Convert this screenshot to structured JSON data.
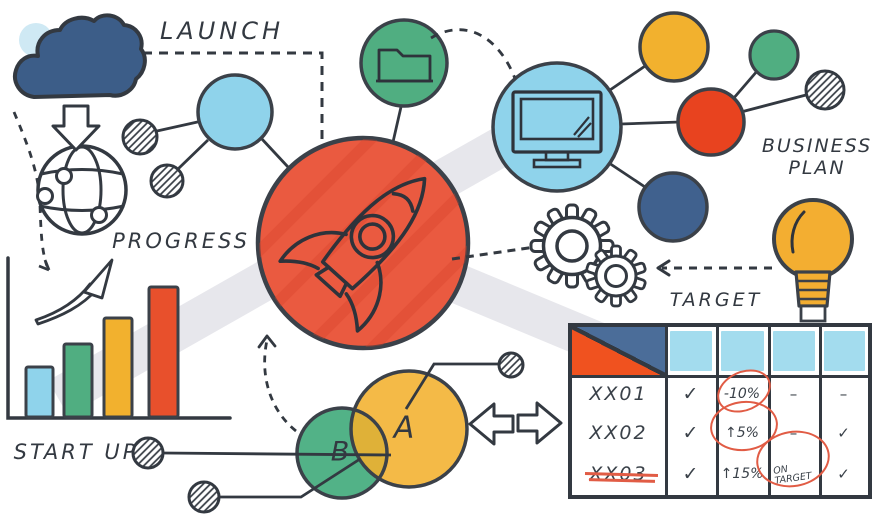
{
  "labels": {
    "launch": "LAUNCH",
    "progress": "PROGRESS",
    "start_up": "START UP",
    "business_plan_1": "BUSINESS",
    "business_plan_2": "PLAN",
    "target": "TARGET",
    "venn_a": "A",
    "venn_b": "B"
  },
  "target_table": {
    "rows": [
      [
        "XX01",
        "✓",
        "-10%",
        "–",
        "–"
      ],
      [
        "XX02",
        "✓",
        "↑5%",
        "–",
        "✓"
      ],
      [
        "XX03",
        "✓",
        "↑15%",
        "ON TARGET",
        "✓"
      ]
    ],
    "annotations": {
      "circled_values": [
        "-10%",
        "↑5%",
        "ON TARGET"
      ],
      "underlined_row": "XX03"
    },
    "header_fill": "#a3dcee",
    "corner_colors": [
      "#f0521f",
      "#4b6d99"
    ]
  },
  "chart_data": {
    "type": "bar",
    "categories": [
      "bar1",
      "bar2",
      "bar3",
      "bar4"
    ],
    "values_relative": [
      0.38,
      0.56,
      0.76,
      1.0
    ],
    "colors": [
      "#8fd3eb",
      "#50ae81",
      "#f2b12e",
      "#e8502c"
    ],
    "title": "",
    "xlabel": "",
    "ylabel": ""
  },
  "icons": [
    "cloud-icon",
    "download-arrow-icon",
    "globe-network-icon",
    "growth-arrow-icon",
    "bar-chart-icon",
    "rocket-icon",
    "folder-icon",
    "monitor-icon",
    "gears-icon",
    "lightbulb-icon",
    "venn-diagram-icon",
    "compare-arrows-icon",
    "hatched-node-icon"
  ],
  "colors": {
    "ink": "#333941",
    "rocket_red": "#ea5a40",
    "deep_red": "#e8431f",
    "light_blue": "#8fd3eb",
    "green": "#50ae81",
    "yellow": "#f2b12e",
    "navy": "#3c5d88",
    "slate_blue": "#4b6d99",
    "band_gray": "#e7e7ec",
    "annotation_red": "#e15c45"
  }
}
